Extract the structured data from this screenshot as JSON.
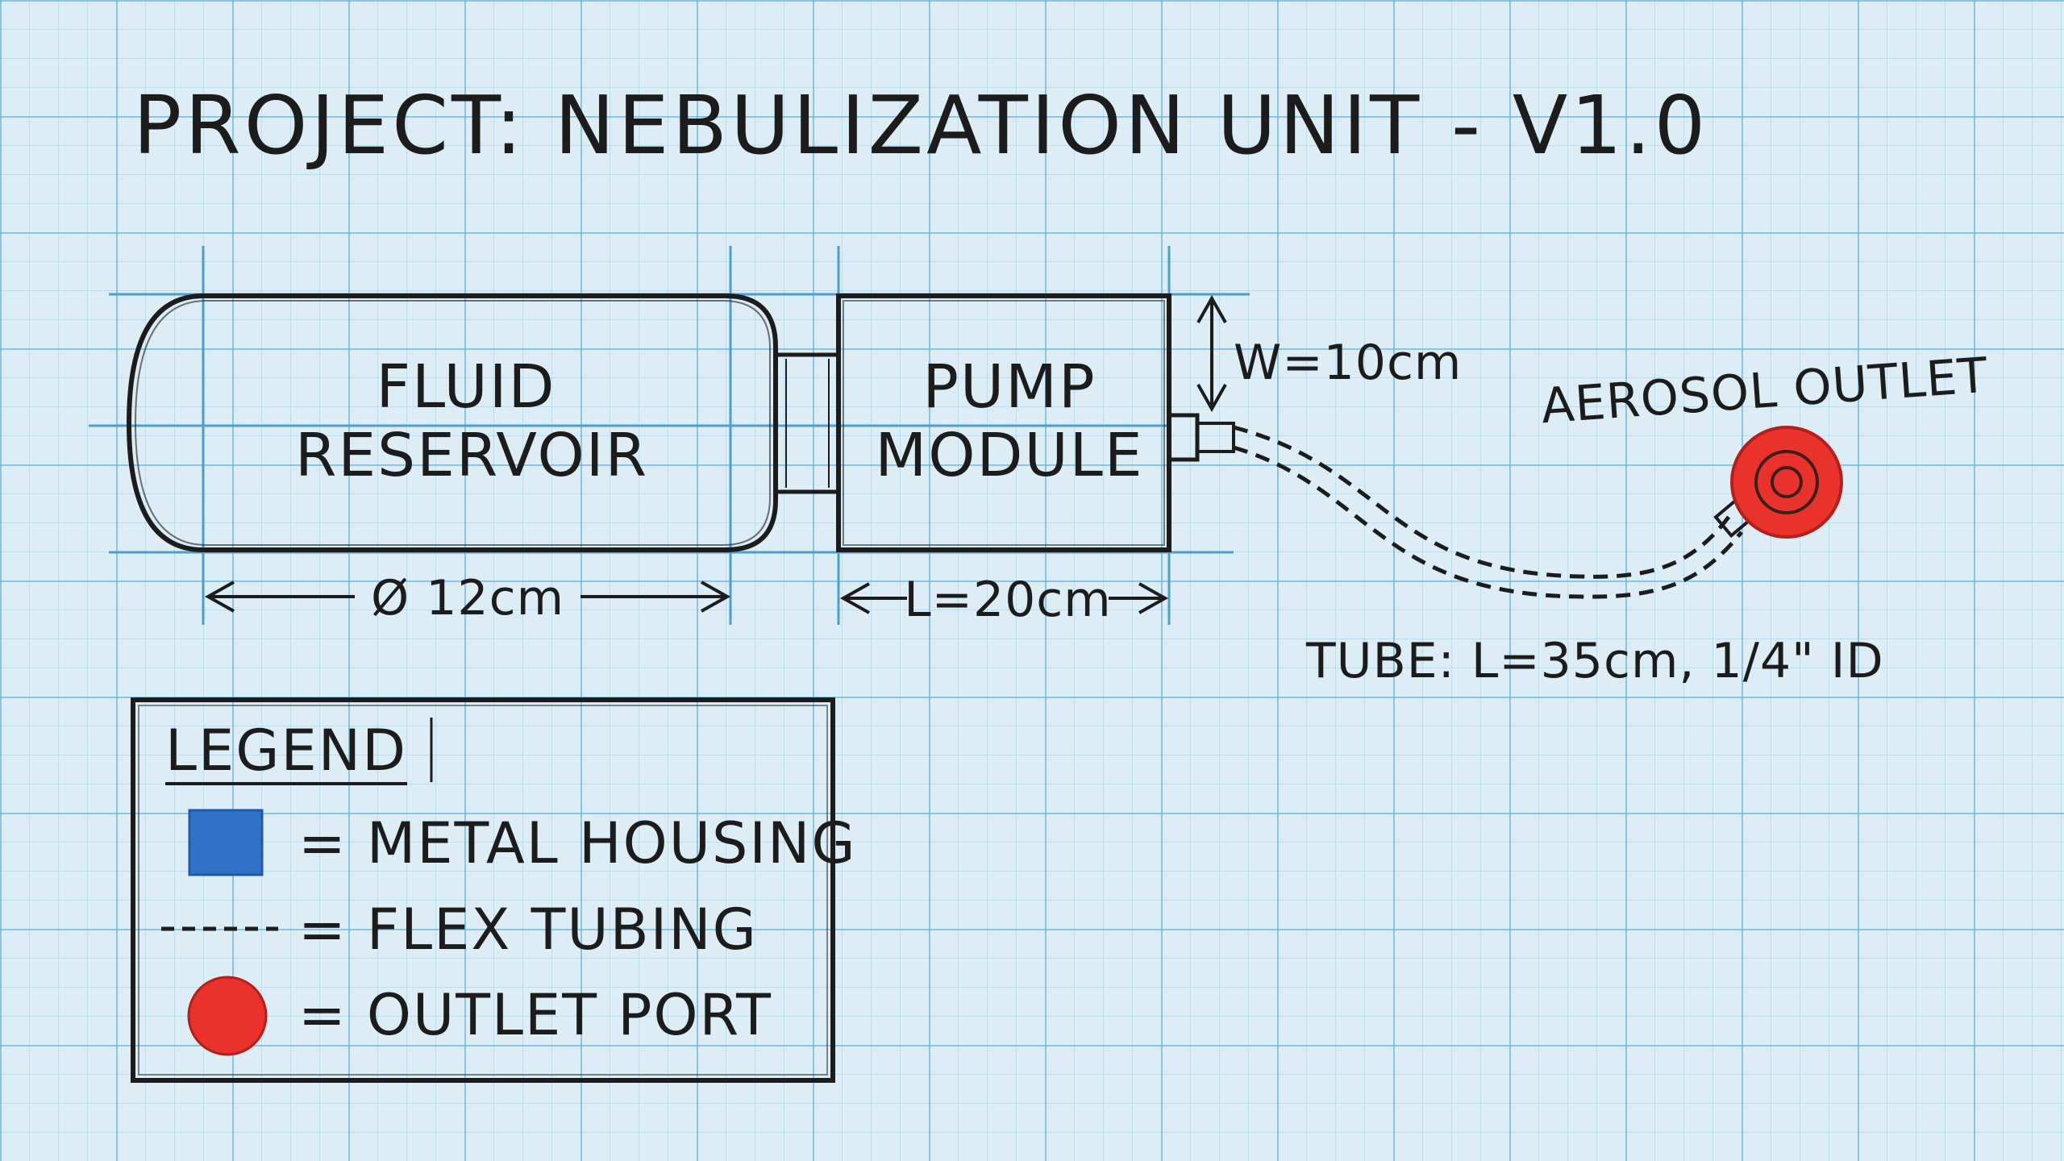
{
  "title": "PROJECT: NEBULIZATION UNIT - V1.0",
  "components": {
    "reservoir": {
      "line1": "FLUID",
      "line2": "RESERVOIR"
    },
    "pump": {
      "line1": "PUMP",
      "line2": "MODULE"
    },
    "outlet": {
      "label": "AEROSOL OUTLET"
    }
  },
  "dimensions": {
    "reservoir_diameter": "Ø 12cm",
    "pump_length": "L=20cm",
    "pump_width": "W=10cm",
    "tube_spec": "TUBE: L=35cm, 1/4\" ID"
  },
  "legend": {
    "title": "LEGEND",
    "items": [
      {
        "symbol": "metal-housing-swatch",
        "text": "= METAL HOUSING"
      },
      {
        "symbol": "flex-tubing-dash",
        "text": "= FLEX TUBING"
      },
      {
        "symbol": "outlet-port-dot",
        "text": "= OUTLET PORT"
      }
    ]
  },
  "colors": {
    "paper": "#dcedf6",
    "ink": "#1c1c1c",
    "metal_housing": "#2f72c8",
    "outlet_port": "#e8322b",
    "guide_line": "#4a9fd0"
  }
}
